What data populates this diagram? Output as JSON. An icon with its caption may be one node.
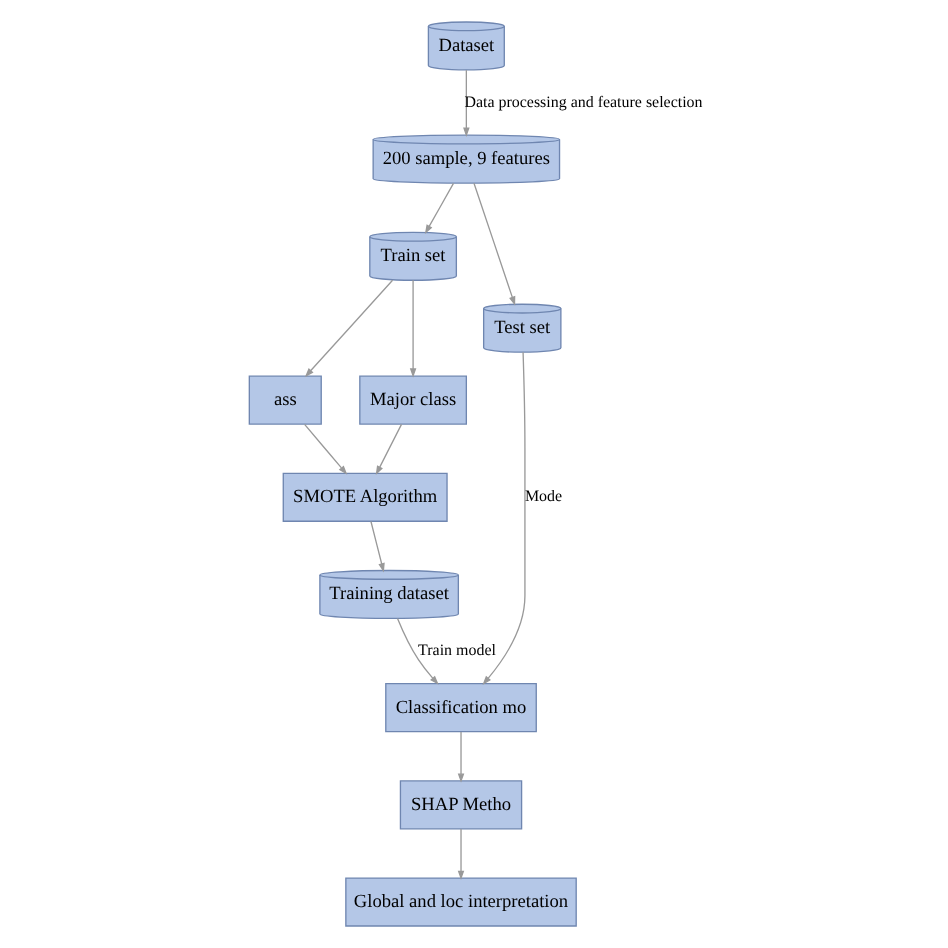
{
  "diagram": {
    "nodes": [
      {
        "text": [
          "Dataset"
        ]
      },
      {
        "text": [
          "200 sample, 9 features"
        ]
      },
      {
        "text": [
          "Train set"
        ]
      },
      {
        "text": [
          "Test set"
        ]
      },
      {
        "text": [
          "ass"
        ]
      },
      {
        "text": [
          "Major class"
        ]
      },
      {
        "text": [
          "SMOTE Algorithm"
        ]
      },
      {
        "text": [
          "Training dataset"
        ]
      },
      {
        "text": [
          "Classification mo"
        ]
      },
      {
        "text": [
          "SHAP Metho"
        ]
      },
      {
        "text": [
          "Global and loc interpretation"
        ]
      }
    ],
    "edges": [
      {
        "from": 0,
        "to": 1,
        "arrow": "to",
        "label": "Data processing and feature selection"
      },
      {
        "from": 1,
        "to": 2,
        "arrow": "to"
      },
      {
        "from": 1,
        "to": 3,
        "arrow": "to"
      },
      {
        "from": 2,
        "to": 4,
        "arrow": "to"
      },
      {
        "from": 2,
        "to": 5,
        "arrow": "to"
      },
      {
        "from": 4,
        "to": 6,
        "arrow": "to"
      },
      {
        "from": 5,
        "to": 6,
        "arrow": "to"
      },
      {
        "from": 6,
        "to": 7,
        "arrow": "to"
      },
      {
        "from": 7,
        "to": 8,
        "arrow": "to",
        "label": "Train model"
      },
      {
        "from": 3,
        "to": 8,
        "arrow": "to",
        "label": "Mode"
      },
      {
        "from": 8,
        "to": 9,
        "arrow": "to"
      },
      {
        "from": 9,
        "to": 10,
        "arrow": "to"
      }
    ]
  }
}
